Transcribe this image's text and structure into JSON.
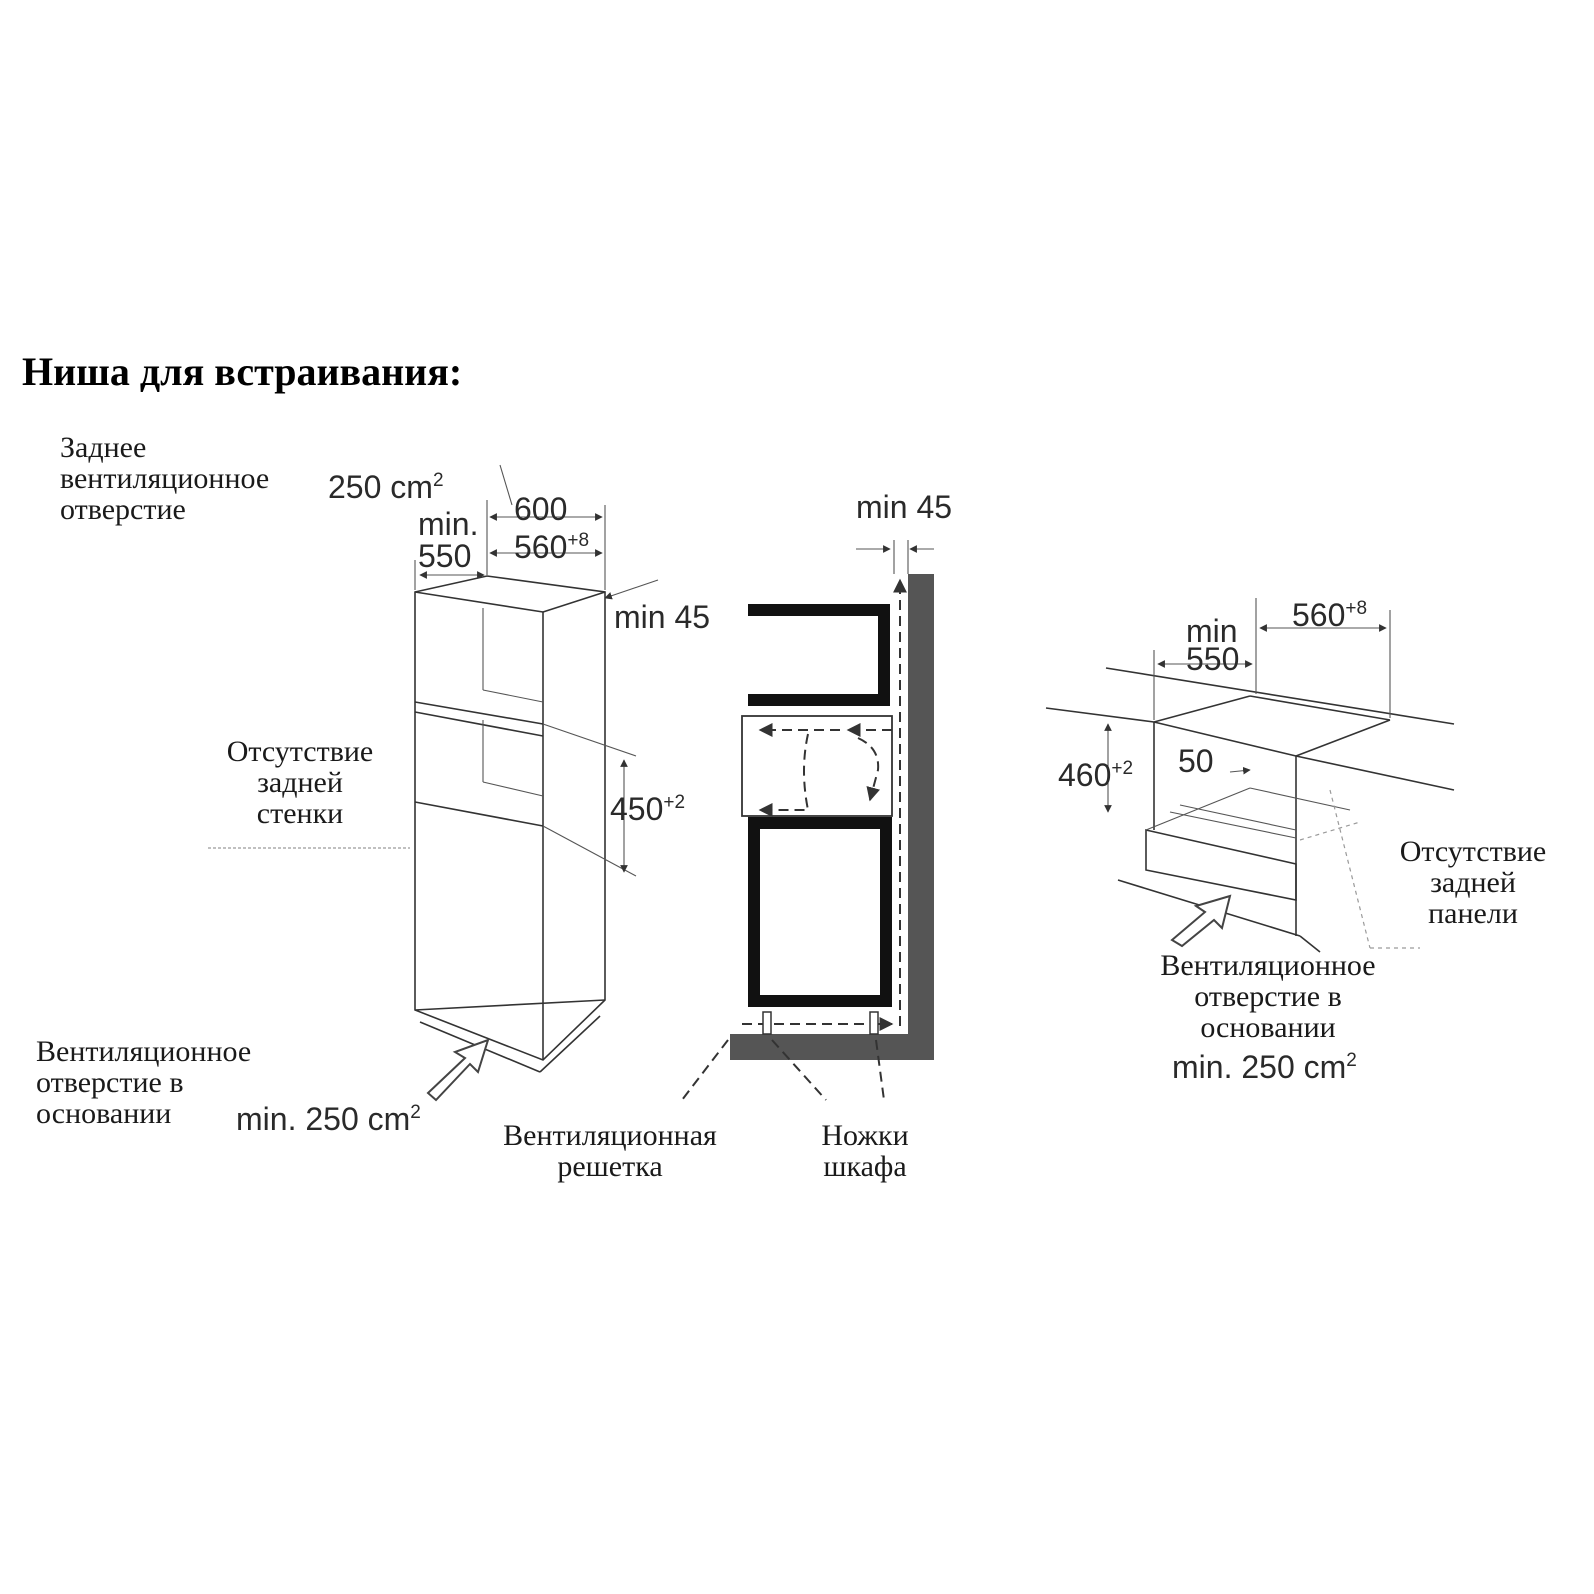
{
  "heading": "Ниша для встраивания:",
  "labels": {
    "rear_vent": [
      "Заднее",
      "вентиляционное",
      "отверстие"
    ],
    "no_back_wall": [
      "Отсутствие",
      "задней",
      "стенки"
    ],
    "base_vent_left": [
      "Вентиляционное",
      "отверстие в",
      "основании"
    ],
    "vent_grille": [
      "Вентиляционная",
      "решетка"
    ],
    "cabinet_legs": [
      "Ножки",
      "шкафа"
    ],
    "no_back_panel": [
      "Отсутствие",
      "задней",
      "панели"
    ],
    "base_vent_right": [
      "Вентиляционное",
      "отверстие в",
      "основании"
    ]
  },
  "dimensions": {
    "rear_area": "250 cm",
    "rear_area_sup": "2",
    "width_600": "600",
    "min_label": "min.",
    "depth_550": "550",
    "width_560": "560",
    "width_560_sup": "+8",
    "min45_left": "min 45",
    "height_450": "450",
    "height_450_sup": "+2",
    "base_area_left": "min. 250 cm",
    "base_area_left_sup": "2",
    "min45_center": "min 45",
    "right_min": "min",
    "right_550": "550",
    "right_560": "560",
    "right_560_sup": "+8",
    "height_460": "460",
    "height_460_sup": "+2",
    "gap_50": "50",
    "base_area_right": "min. 250 cm",
    "base_area_right_sup": "2"
  },
  "colors": {
    "line": "#333333",
    "wall": "#555555",
    "text": "#1a1a1a"
  }
}
